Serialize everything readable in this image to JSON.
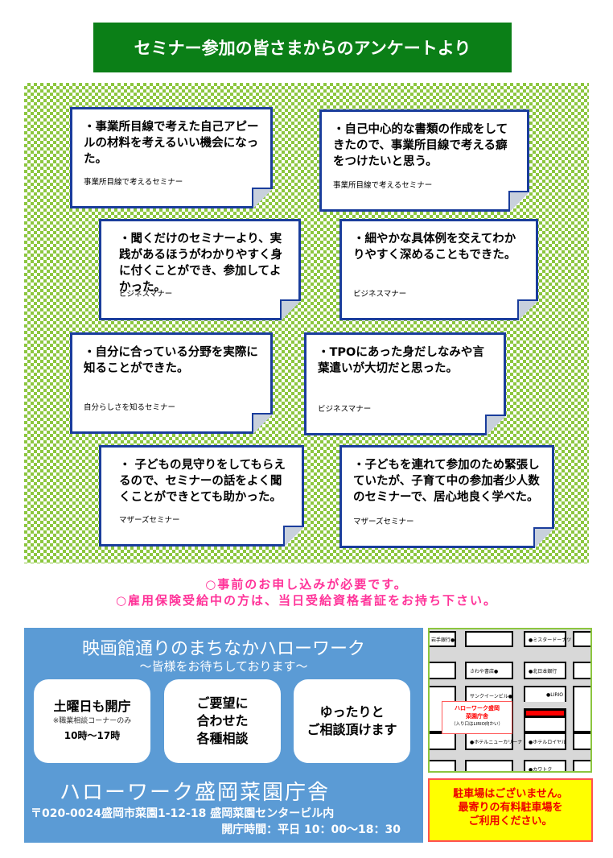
{
  "title": "セミナー参加の皆さまからのアンケートより",
  "cards": [
    {
      "text": "・事業所目線で考えた自己アピールの材料を考えるいい機会になった。",
      "source": "事業所目線で考えるセミナー"
    },
    {
      "text": "・自己中心的な書類の作成をしてきたので、事業所目線で考える癖をつけたいと思う。",
      "source": "事業所目線で考えるセミナー"
    },
    {
      "text": "・聞くだけのセミナーより、実践があるほうがわかりやすく身に付くことができ、参加してよかった。",
      "source": "ビジネスマナー"
    },
    {
      "text": "・細やかな具体例を交えてわかりやすく深めることもできた。",
      "source": "ビジネスマナー"
    },
    {
      "text": "・自分に合っている分野を実際に知ることができた。",
      "source": "自分らしさを知るセミナー"
    },
    {
      "text": "・TPOにあった身だしなみや言葉遣いが大切だと思った。",
      "source": "ビジネスマナー"
    },
    {
      "text": "・ 子どもの見守りをしてもらえるので、セミナーの話をよく聞くことができとても助かった。",
      "source": "マザーズセミナー"
    },
    {
      "text": "・子どもを連れて参加のため緊張していたが、子育て中の参加者少人数のセミナーで、居心地良く学べた。",
      "source": "マザーズセミナー"
    }
  ],
  "notes": [
    "○事前のお申し込みが必要です。",
    "○雇用保険受給中の方は、当日受給資格者証をお持ち下さい。"
  ],
  "info": {
    "heading": "映画館通りのまちなかハローワーク",
    "subheading": "～皆様をお待ちしております～",
    "box1_title": "土曜日も開庁",
    "box1_note": "※職業相談コーナーのみ",
    "box1_hours": "10時～17時",
    "box2_l1": "ご要望に",
    "box2_l2": "合わせた",
    "box2_l3": "各種相談",
    "box3_l1": "ゆったりと",
    "box3_l2": "ご相談頂けます",
    "office": "ハローワーク盛岡菜園庁舎",
    "address": "〒020-0024盛岡市菜園1-12-18  盛岡菜園センタービル内",
    "hours": "開庁時間：平日  10：00～18：30"
  },
  "map": {
    "labels": [
      "岩手銀行●",
      "●ミスタードーナツ",
      "さわや書店●",
      "●北日本銀行",
      "サンクイーンビル●",
      "●LIRIO",
      "●ホテルニューカリーナ",
      "●ホテルロイヤル",
      "●カワトク"
    ],
    "callout_l1": "ハローワーク盛岡",
    "callout_l2": "菜園庁舎",
    "callout_note": "（入り口はLIRIO向かい）",
    "highlight_color": "#ff0000"
  },
  "parking": [
    "駐車場はございません。",
    "最寄りの有料駐車場を",
    "ご利用ください。"
  ]
}
